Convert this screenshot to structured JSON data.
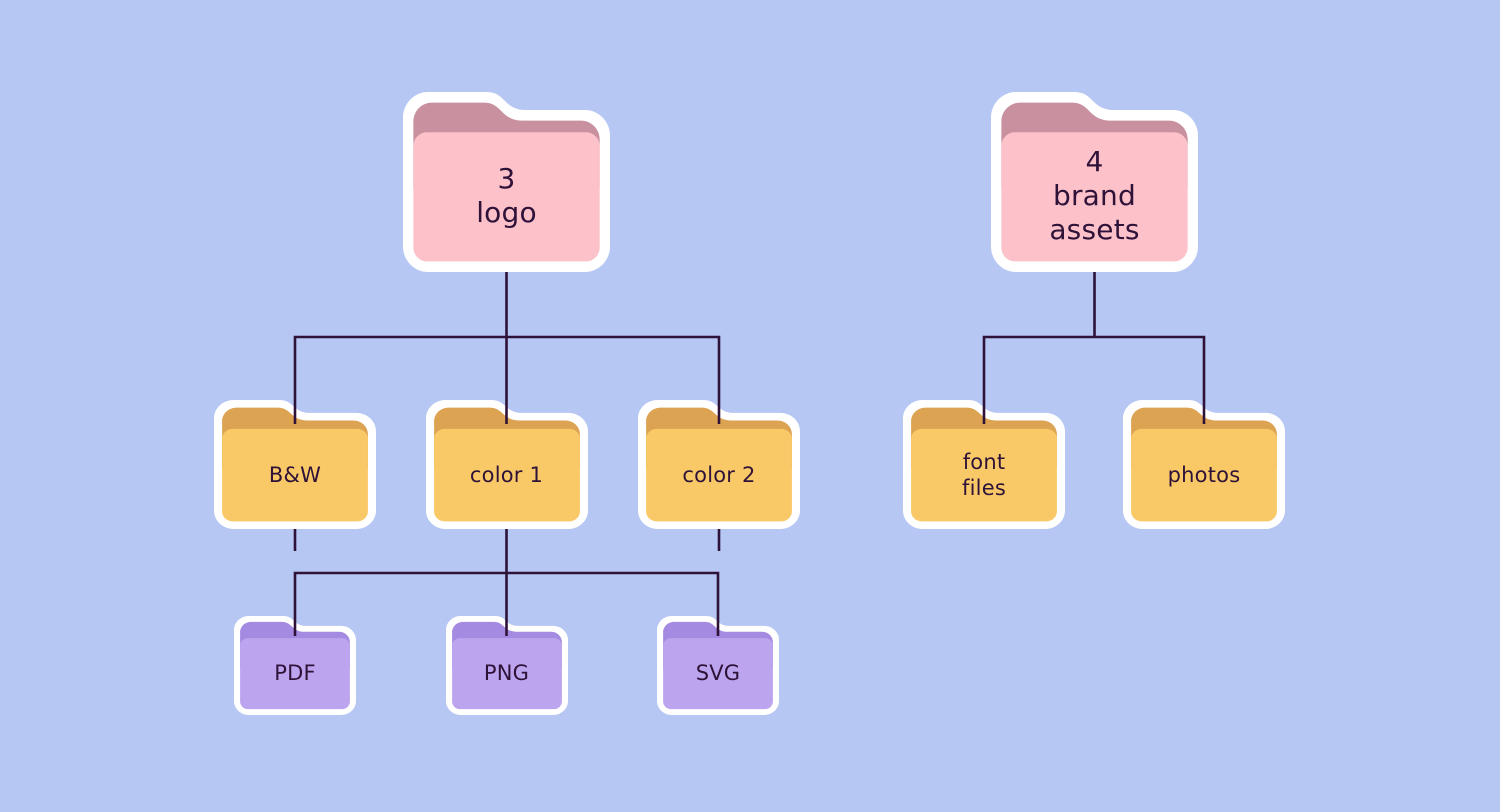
{
  "canvas": {
    "background": "#b6c7f4",
    "line_color": "#2e1238",
    "text_color": "#2e1238",
    "outline_color": "#ffffff"
  },
  "palette": {
    "pink_body": "#fcc1c9",
    "pink_tab": "#c9909f",
    "yellow_body": "#f9c967",
    "yellow_tab": "#dca352",
    "purple_body": "#bca4ee",
    "purple_tab": "#a48ae0"
  },
  "folders": {
    "logo": {
      "label": "3\nlogo"
    },
    "bw": {
      "label": "B&W"
    },
    "color1": {
      "label": "color 1"
    },
    "color2": {
      "label": "color 2"
    },
    "pdf": {
      "label": "PDF"
    },
    "png": {
      "label": "PNG"
    },
    "svg": {
      "label": "SVG"
    },
    "brand_assets": {
      "label": "4\nbrand\nassets"
    },
    "font_files": {
      "label": "font\nfiles"
    },
    "photos": {
      "label": "photos"
    }
  },
  "hierarchy": {
    "3 logo": {
      "children": [
        "B&W",
        "color 1",
        "color 2"
      ],
      "color 1 children": [
        "PDF",
        "PNG",
        "SVG"
      ]
    },
    "4 brand assets": {
      "children": [
        "font files",
        "photos"
      ]
    }
  }
}
